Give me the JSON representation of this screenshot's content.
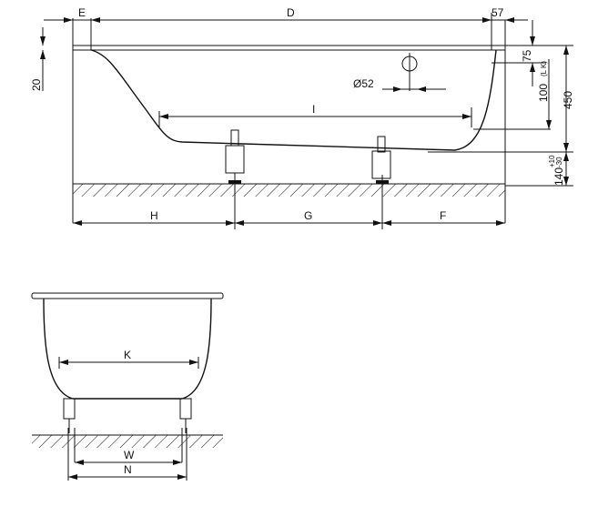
{
  "side_view": {
    "labels": {
      "E": "E",
      "D": "D",
      "dim_57": "57",
      "dim_20": "20",
      "dim_75": "75",
      "dim_100": "100",
      "dim_100_note": "(L K)",
      "dim_450": "450",
      "dim_140": "140",
      "tol_plus": "+10",
      "tol_minus": "-30",
      "drain": "Ø52",
      "I": "I",
      "H": "H",
      "G": "G",
      "F": "F"
    }
  },
  "end_view": {
    "labels": {
      "K": "K",
      "W": "W",
      "N": "N"
    }
  }
}
